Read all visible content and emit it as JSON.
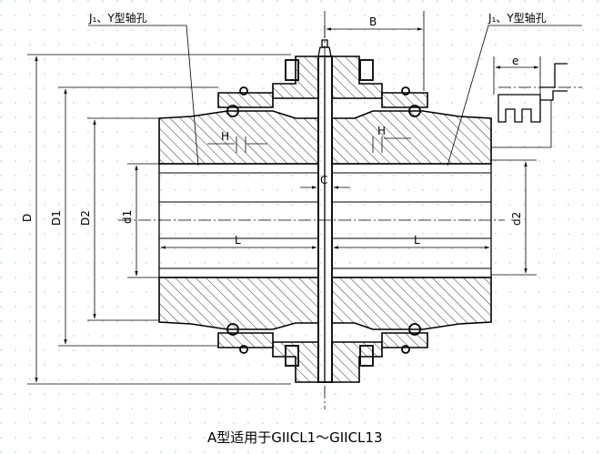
{
  "figure": {
    "caption": "A型适用于GIICL1～GIICL13",
    "callouts": {
      "left_shaft_hole": "J₁、Y型轴孔",
      "right_shaft_hole": "J₁、Y型轴孔"
    },
    "dimensions": {
      "D": "D",
      "D1": "D1",
      "D2": "D2",
      "d1": "d1",
      "d2": "d2",
      "B": "B",
      "C": "C",
      "e": "e",
      "H_left": "H",
      "H_right": "H",
      "L_left": "L",
      "L_right": "L"
    }
  }
}
